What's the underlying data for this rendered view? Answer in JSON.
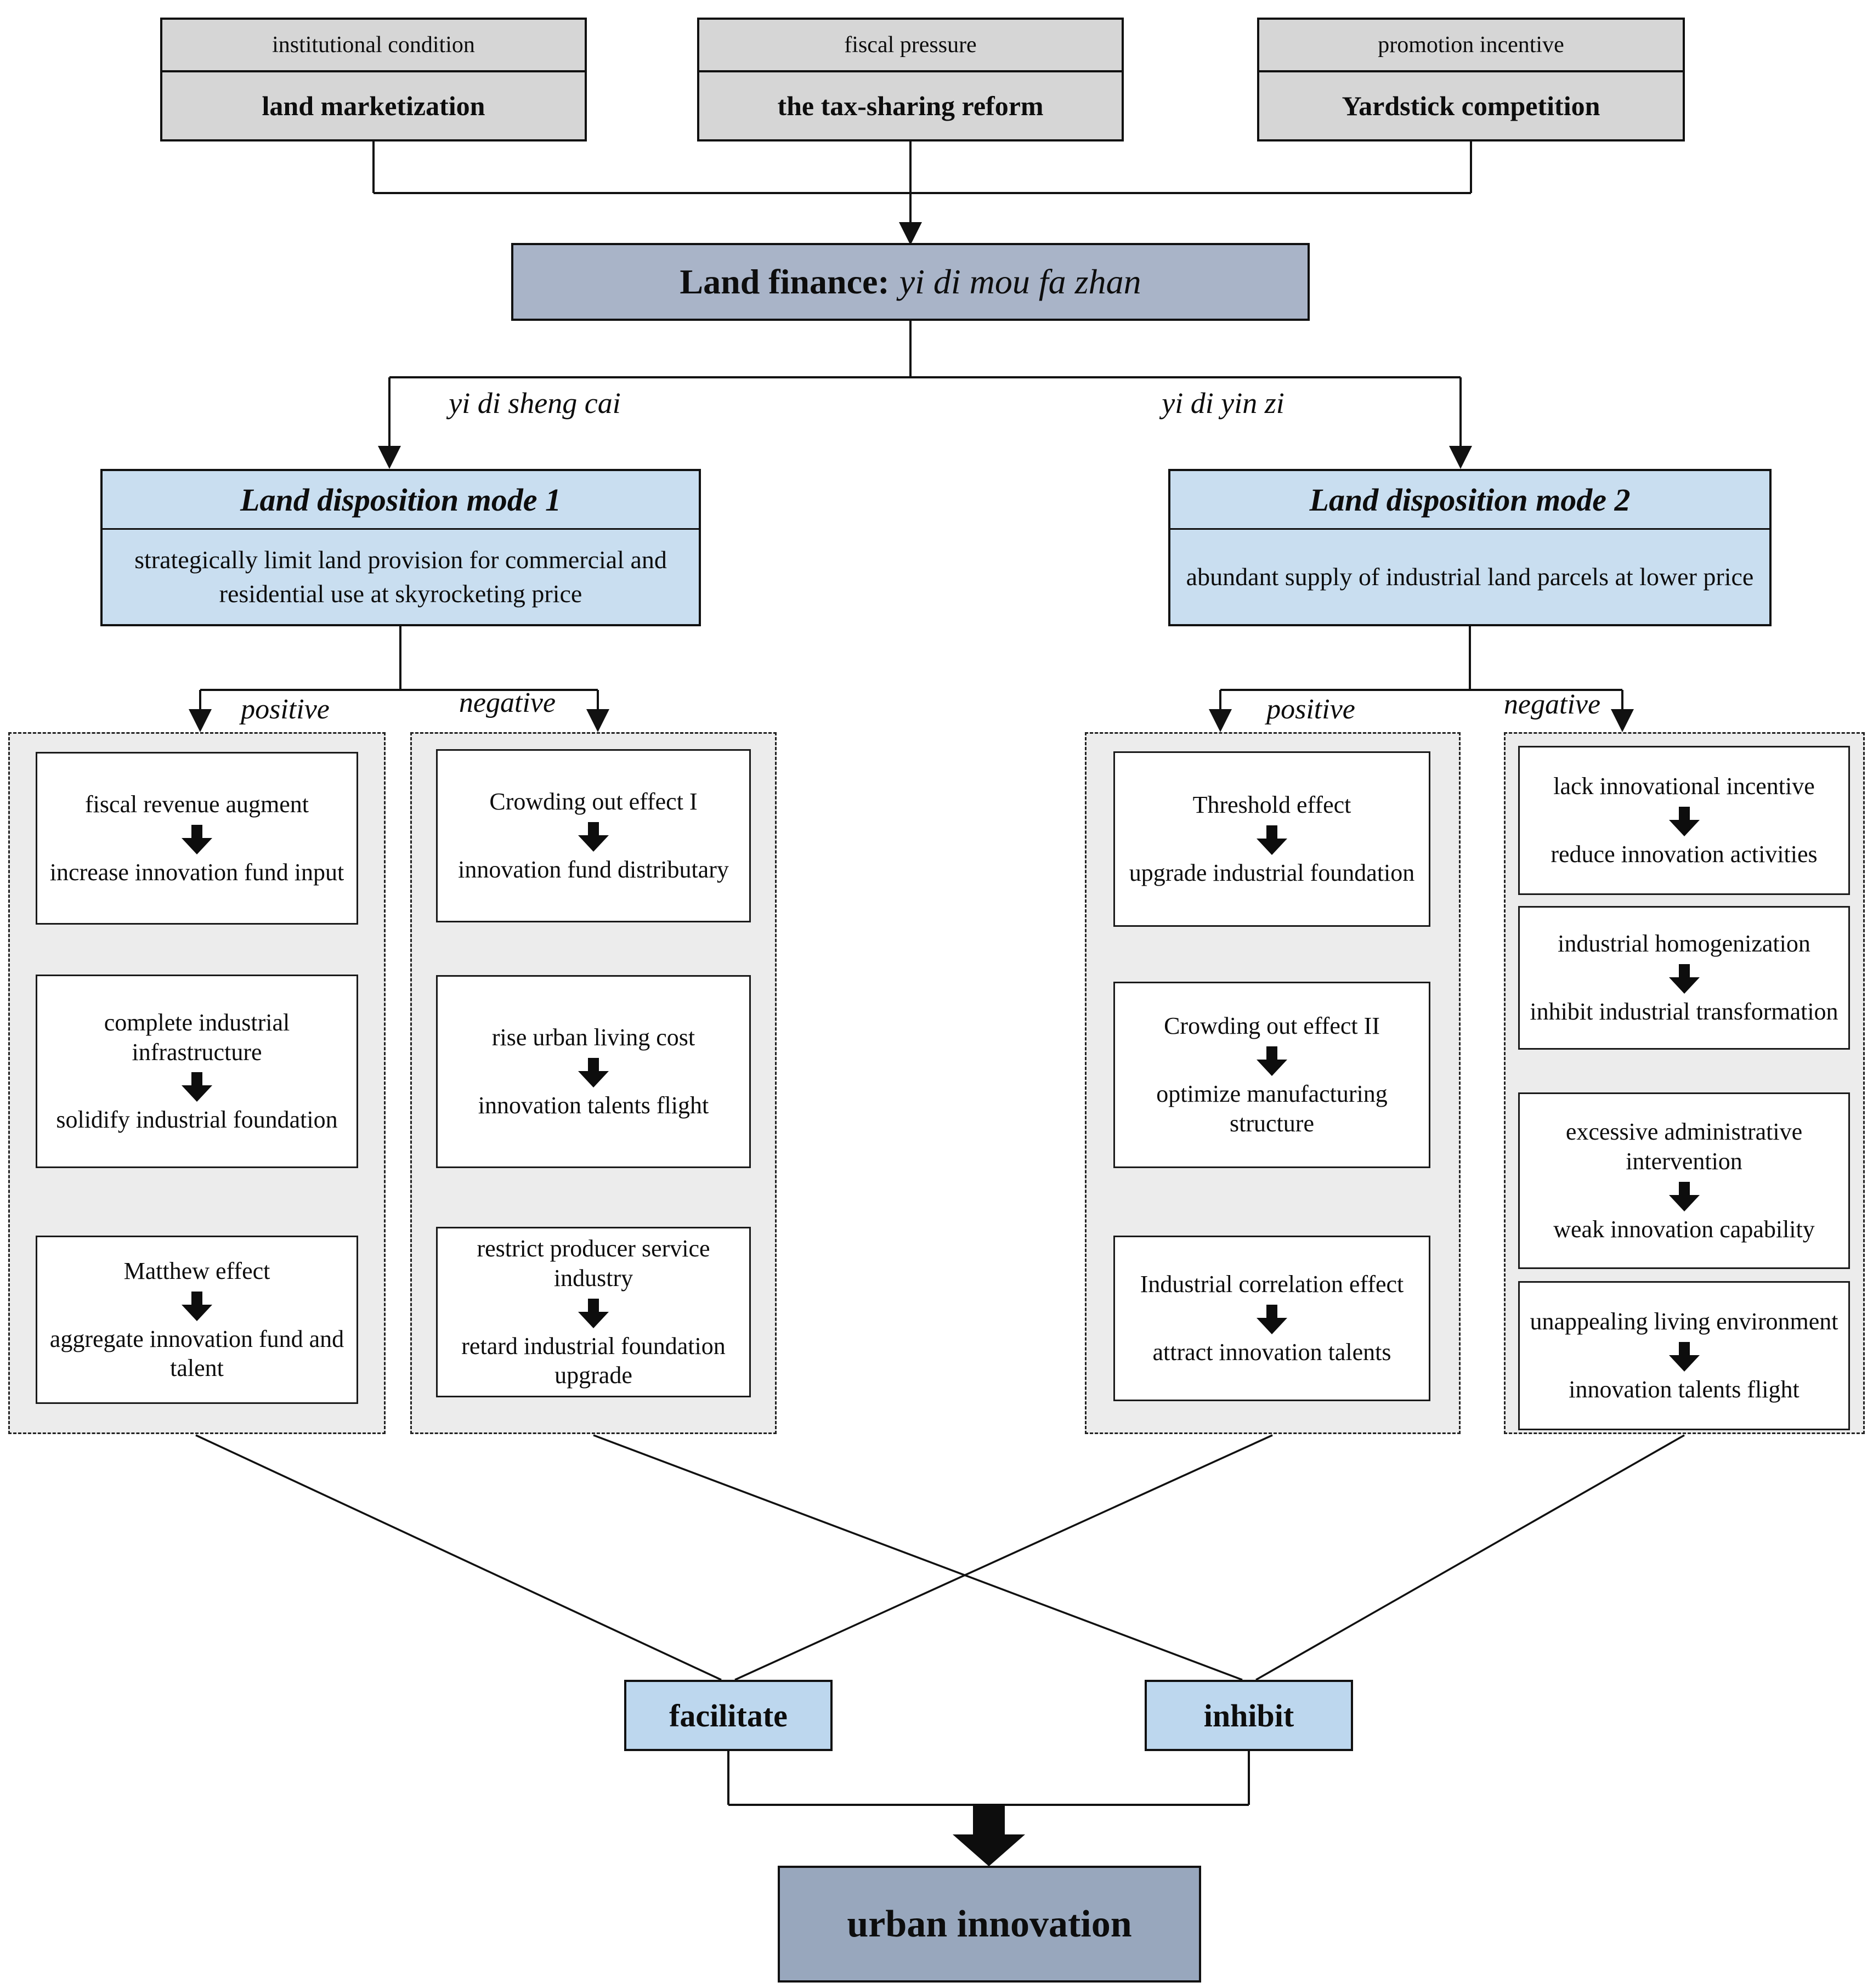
{
  "colors": {
    "top-fill": "#d6d6d6",
    "mode-fill": "#c9def0",
    "outcome-fill": "#bdd7ee",
    "finance-fill": "#a9b4c8",
    "result-fill": "#98a7bd",
    "container-fill": "#ececec",
    "line": "#111111"
  },
  "diagram": {
    "top_boxes": [
      {
        "label": "institutional condition",
        "value": "land marketization"
      },
      {
        "label": "fiscal pressure",
        "value": "the tax-sharing reform"
      },
      {
        "label": "promotion incentive",
        "value": "Yardstick competition"
      }
    ],
    "land_finance": {
      "label": "Land finance:",
      "pinyin": "yi di mou fa zhan"
    },
    "branch_labels": {
      "left": "yi di sheng cai",
      "right": "yi di yin zi"
    },
    "modes": [
      {
        "title": "Land disposition mode 1",
        "description": "strategically limit land provision for commercial and residential use at skyrocketing price",
        "positive_label": "positive",
        "negative_label": "negative"
      },
      {
        "title": "Land disposition mode 2",
        "description": "abundant supply of industrial land parcels at lower price",
        "positive_label": "positive",
        "negative_label": "negative"
      }
    ],
    "columns": [
      {
        "role": "mode1-positive",
        "boxes": [
          {
            "cause": "fiscal revenue augment",
            "effect": "increase innovation fund input"
          },
          {
            "cause": "complete industrial infrastructure",
            "effect": "solidify industrial foundation"
          },
          {
            "cause": "Matthew effect",
            "effect": "aggregate innovation fund and talent"
          }
        ]
      },
      {
        "role": "mode1-negative",
        "boxes": [
          {
            "cause": "Crowding out effect I",
            "effect": "innovation fund distributary"
          },
          {
            "cause": "rise urban living cost",
            "effect": "innovation talents flight"
          },
          {
            "cause": "restrict producer service industry",
            "effect": "retard industrial foundation upgrade"
          }
        ]
      },
      {
        "role": "mode2-positive",
        "boxes": [
          {
            "cause": "Threshold effect",
            "effect": "upgrade industrial foundation"
          },
          {
            "cause": "Crowding out effect II",
            "effect": "optimize manufacturing structure"
          },
          {
            "cause": "Industrial correlation effect",
            "effect": "attract innovation talents"
          }
        ]
      },
      {
        "role": "mode2-negative",
        "boxes": [
          {
            "cause": "lack innovational incentive",
            "effect": "reduce innovation activities"
          },
          {
            "cause": "industrial homogenization",
            "effect": "inhibit industrial transformation"
          },
          {
            "cause": "excessive administrative intervention",
            "effect": "weak innovation capability"
          },
          {
            "cause": "unappealing living environment",
            "effect": "innovation talents flight"
          }
        ]
      }
    ],
    "outcomes": {
      "facilitate": "facilitate",
      "inhibit": "inhibit"
    },
    "result": "urban innovation"
  }
}
